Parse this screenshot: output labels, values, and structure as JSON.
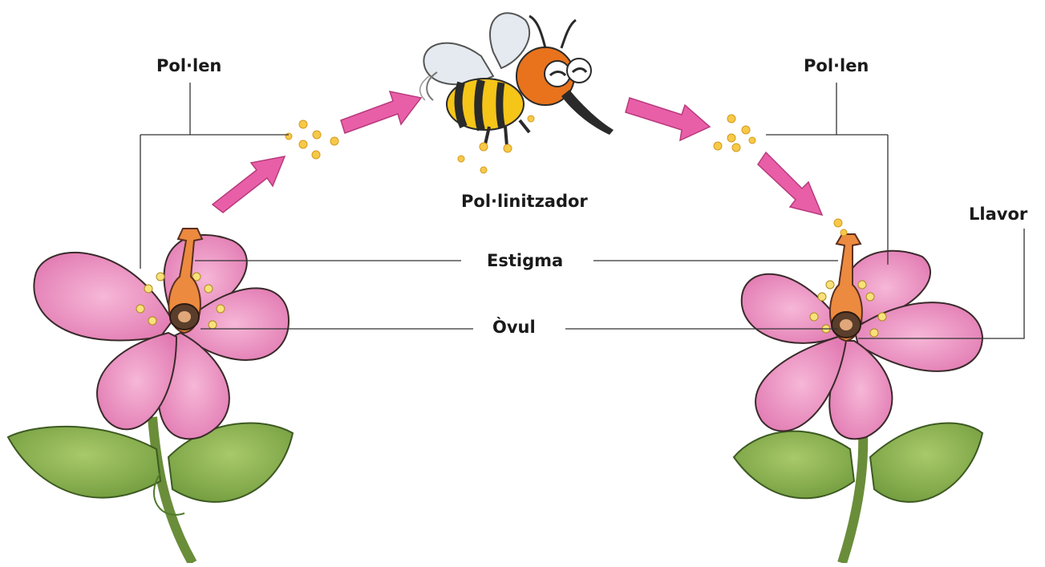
{
  "labels": {
    "pollen_left": "Pol·len",
    "pollen_right": "Pol·len",
    "pollinator": "Pol·linitzador",
    "stigma": "Estigma",
    "ovule": "Òvul",
    "seed": "Llavor"
  },
  "colors": {
    "petal": "#e98cbf",
    "petal_dark": "#c85a96",
    "stigma": "#ec8a3f",
    "ovary": "#5a3e2b",
    "leaf": "#7da84a",
    "leaf_dark": "#4f7a2c",
    "stem": "#6a8d3a",
    "arrow": "#e85fa8",
    "pollen": "#f7c948",
    "bee_yellow": "#f5c518",
    "bee_black": "#2a2a2a",
    "bee_fur": "#e8731c",
    "wing": "#e4eaef",
    "line": "#333333"
  }
}
